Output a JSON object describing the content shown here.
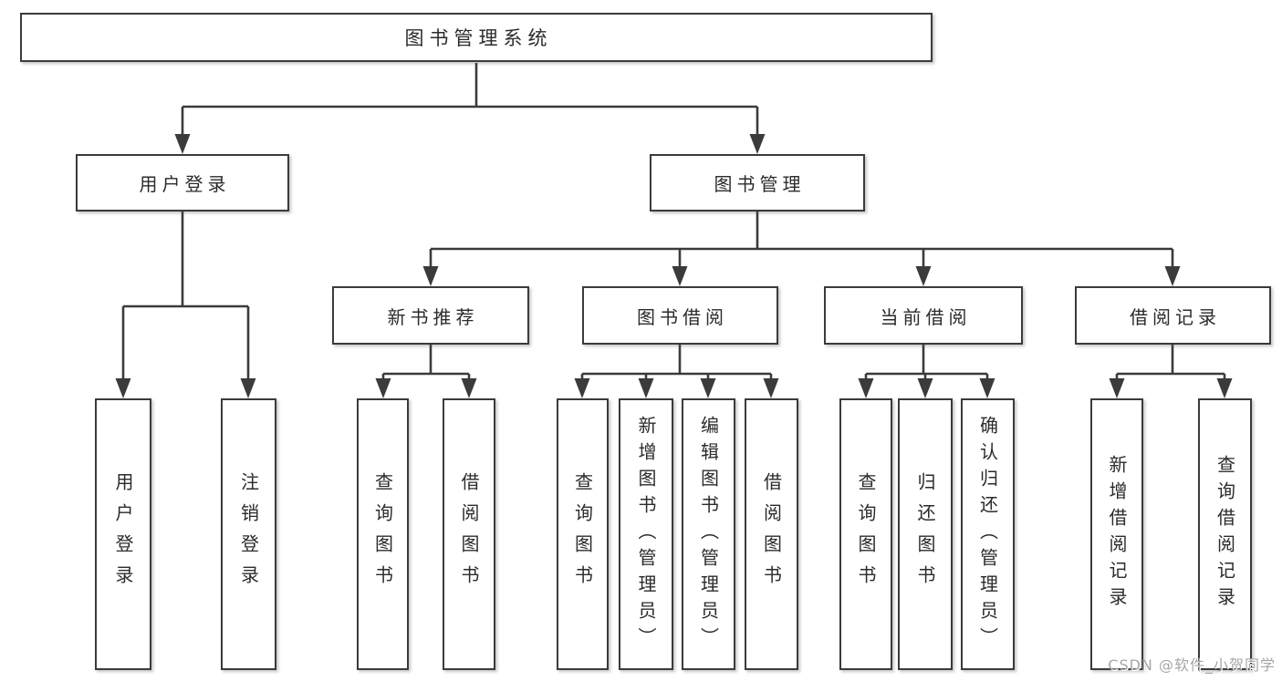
{
  "diagram": {
    "root": {
      "label": "图书管理系统"
    },
    "level2": [
      {
        "label": "用户登录"
      },
      {
        "label": "图书管理"
      }
    ],
    "level3": [
      {
        "label": "新书推荐",
        "parent": "图书管理"
      },
      {
        "label": "图书借阅",
        "parent": "图书管理"
      },
      {
        "label": "当前借阅",
        "parent": "图书管理"
      },
      {
        "label": "借阅记录",
        "parent": "图书管理"
      }
    ],
    "leaves": [
      {
        "label": "用户登录",
        "parent": "用户登录"
      },
      {
        "label": "注销登录",
        "parent": "用户登录"
      },
      {
        "label": "查询图书",
        "parent": "新书推荐"
      },
      {
        "label": "借阅图书",
        "parent": "新书推荐"
      },
      {
        "label": "查询图书",
        "parent": "图书借阅"
      },
      {
        "label": "新增图书（管理员）",
        "parent": "图书借阅"
      },
      {
        "label": "编辑图书（管理员）",
        "parent": "图书借阅"
      },
      {
        "label": "借阅图书",
        "parent": "图书借阅"
      },
      {
        "label": "查询图书",
        "parent": "当前借阅"
      },
      {
        "label": "归还图书",
        "parent": "当前借阅"
      },
      {
        "label": "确认归还（管理员）",
        "parent": "当前借阅"
      },
      {
        "label": "新增借阅记录",
        "parent": "借阅记录"
      },
      {
        "label": "查询借阅记录",
        "parent": "借阅记录"
      }
    ],
    "watermark": "CSDN @软件_小贺同学",
    "colors": {
      "line": "#3b3b3b",
      "border": "#3b3b3b",
      "text": "#2b2b2b",
      "background": "#ffffff",
      "watermark": "#a6a6a6"
    }
  }
}
